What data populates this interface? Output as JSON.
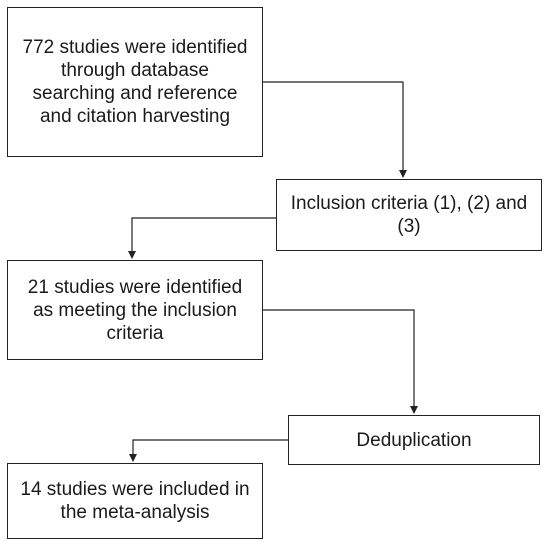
{
  "flowchart": {
    "steps": [
      {
        "id": "identified",
        "text": "772 studies were identified through database searching and reference and citation harvesting"
      },
      {
        "id": "criteria",
        "text": "Inclusion criteria (1), (2) and (3)"
      },
      {
        "id": "meeting",
        "text": "21 studies were identified as meeting the inclusion criteria"
      },
      {
        "id": "dedup",
        "text": "Deduplication"
      },
      {
        "id": "included",
        "text": "14 studies were included in the meta-analysis"
      }
    ],
    "colors": {
      "border": "#222222",
      "line": "#222222",
      "text": "#1a1a1a"
    }
  }
}
